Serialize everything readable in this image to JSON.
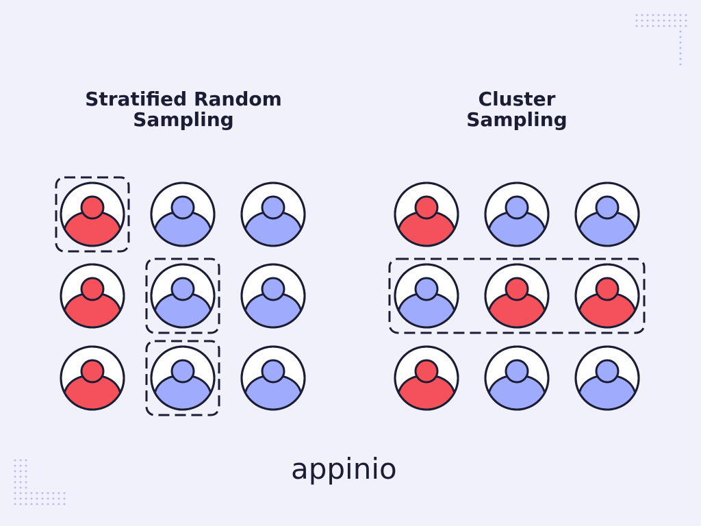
{
  "colors": {
    "background": "#f0f1fa",
    "red": "#f5515a",
    "blue": "#9fabfd",
    "outline": "#1a1d34",
    "dots": "#b7bdfa"
  },
  "left_panel": {
    "title": "Stratified Random\nSampling",
    "rows": [
      [
        "red",
        "blue",
        "blue"
      ],
      [
        "red",
        "blue",
        "blue"
      ],
      [
        "red",
        "blue",
        "blue"
      ]
    ],
    "selected": [
      [
        0,
        0
      ],
      [
        1,
        1
      ],
      [
        2,
        1
      ]
    ]
  },
  "right_panel": {
    "title": "Cluster\nSampling",
    "rows": [
      [
        "red",
        "blue",
        "blue"
      ],
      [
        "blue",
        "red",
        "red"
      ],
      [
        "red",
        "blue",
        "blue"
      ]
    ],
    "selected_row": 1
  },
  "logo": {
    "text": "appinio"
  }
}
